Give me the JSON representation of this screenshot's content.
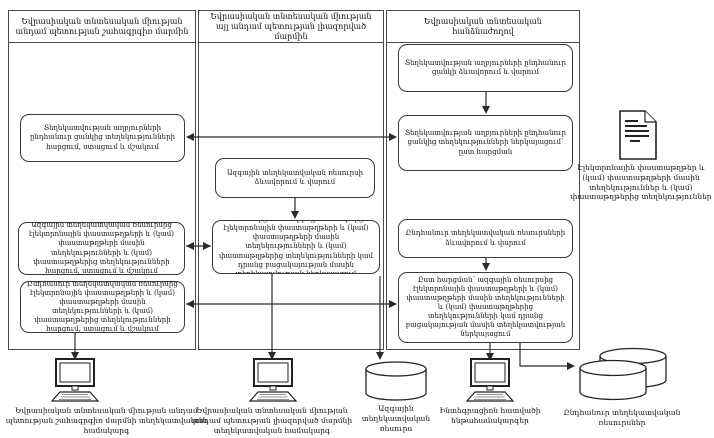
{
  "diagram": {
    "lanes": {
      "lane1": {
        "title": "Եվրասիական տնտեսական միության անդամ պետության շահագրգիռ մարմին"
      },
      "lane2": {
        "title": "Եվրասիական տնտեսական միության այլ անդամ պետության լիազորված մարմին"
      },
      "lane3": {
        "title": "Եվրասիական տնտեսական հանձնաժողով"
      }
    },
    "boxes": {
      "l1b1": "Տեղեկատվության աղբյուրների ընդհանուր ցանկից տեղեկությունների հարցում, ստացում և մշակում",
      "l1b2": "Ազգային տեղեկատվական ռեսուրսից էլեկտրոնային փաստաթղթերի և (կամ) փաստաթղթերի մասին տեղեկությունների և (կամ) փաստաթղթերից տեղեկությունների հարցում, ստացում և մշակում",
      "l1b3": "Ընդհանուր տեղեկատվական ռեսուրսից էլեկտրոնային փաստաթղթերի և (կամ) փաստաթղթերի մասին տեղեկությունների և (կամ) փաստաթղթերից տեղեկությունների հարցում, ստացում և մշակում",
      "l2b1": "Ազգային տեղեկատվական ռեսուրսի ձևավորում և վարում",
      "l2b2": "Ըստ հարցման՝ ազգային ռեսուրսից էլեկտրոնային փաստաթղթերի և (կամ) փաստաթղթերի մասին տեղեկությունների և (կամ) փաստաթղթերից տեղեկությունների կամ դրանց բացակայության մասին տեղեկատվության ներկայացում",
      "l3b1": "Տեղեկատվության աղբյուրների ընդհանուր ցանկի ձևավորում և վարում",
      "l3b2": "Տեղեկատվության աղբյուրների ընդհանուր ցանկից տեղեկությունների ներկայացում՝ ըստ հարցման",
      "l3b3": "Ընդհանուր տեղեկատվական ռեսուրսների ձևավորում և վարում",
      "l3b4": "Ըստ հարցման՝ ազգային ռեսուրսից էլեկտրոնային փաստաթղթերի և (կամ) փաստաթղթերի մասին տեղեկությունների և (կամ) փաստաթղթերից տեղեկությունների կամ դրանց բացակայության մասին տեղեկատվության ներկայացում"
    },
    "side": {
      "document_label": "Էլեկտրոնային փաստաթղթեր և (կամ) փաստաթղթերի մասին տեղեկություններ և (կամ) փաստաթղթերից տեղեկություններ"
    },
    "bottom": {
      "system1": "Եվրասիական տնտեսական միության անդամ պետության շահագրգիռ մարմնի տեղեկատվական համակարգ",
      "system2": "Եվրասիական տնտեսական միության անդամ պետության լիազորված մարմնի տեղեկատվական համակարգ",
      "national_resource": "Ազգային տեղեկատվական ռեսուրս",
      "integration_subsystems": "Ինտեգրացիոն հատվածի ենթահամակարգեր",
      "common_resources": "Ընդհանուր տեղեկատվական ռեսուրսներ"
    }
  }
}
